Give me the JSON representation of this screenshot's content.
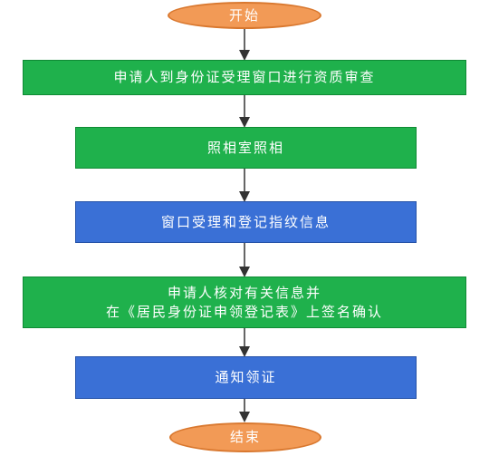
{
  "flowchart": {
    "start": "开始",
    "steps": [
      {
        "lines": [
          "申请人到身份证受理窗口进行资质审查"
        ],
        "color": "green"
      },
      {
        "lines": [
          "照相室照相"
        ],
        "color": "green"
      },
      {
        "lines": [
          "窗口受理和登记指纹信息"
        ],
        "color": "blue"
      },
      {
        "lines": [
          "申请人核对有关信息并",
          "在《居民身份证申领登记表》上签名确认"
        ],
        "color": "green"
      },
      {
        "lines": [
          "通知领证"
        ],
        "color": "blue"
      }
    ],
    "end": "结束"
  },
  "colors": {
    "terminal_fill": "#f29a56",
    "green_fill": "#1fb14c",
    "blue_fill": "#3a70d6",
    "arrow": "#333333"
  }
}
